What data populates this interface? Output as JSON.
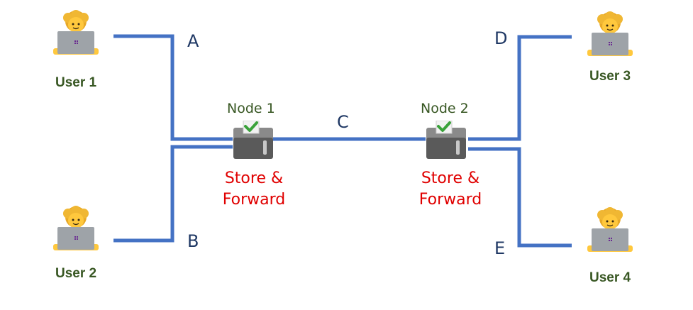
{
  "users": [
    {
      "label": "User 1"
    },
    {
      "label": "User 2"
    },
    {
      "label": "User 3"
    },
    {
      "label": "User 4"
    }
  ],
  "links": {
    "a": "A",
    "b": "B",
    "c": "C",
    "d": "D",
    "e": "E"
  },
  "nodes": [
    {
      "label": "Node 1",
      "caption_line1": "Store &",
      "caption_line2": "Forward"
    },
    {
      "label": "Node 2",
      "caption_line1": "Store &",
      "caption_line2": "Forward"
    }
  ],
  "colors": {
    "link": "#4472c4",
    "user_label": "#385723",
    "link_label": "#1f3864",
    "node_label": "#385723",
    "caption": "#e00000"
  }
}
